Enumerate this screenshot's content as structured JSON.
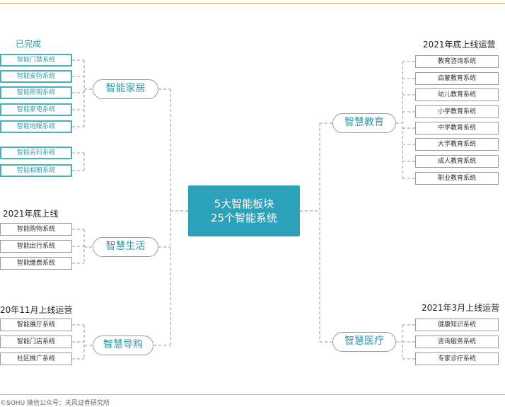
{
  "center": {
    "line1": "5大智能板块",
    "line2": "25个智能系统"
  },
  "left_titles": {
    "completed": "已完成",
    "end_2021": "2021年底上线",
    "nov_2020": "20年11月上线运营"
  },
  "right_titles": {
    "end_2021": "2021年底上线运营",
    "mar_2021": "2021年3月上线运营"
  },
  "branches": {
    "home": "智能家居",
    "life": "智慧生活",
    "guide": "智慧导购",
    "education": "智慧教育",
    "medical": "智慧医疗"
  },
  "home_items": [
    "智能门禁系统",
    "智能安防系统",
    "智能照明系统",
    "智能家电系统",
    "智能地暖系统"
  ],
  "home_extra_items": [
    "智能百科系统",
    "智能相册系统"
  ],
  "life_items": [
    "智能购物系统",
    "智能出行系统",
    "智能缴费系统"
  ],
  "guide_items": [
    "智能展厅系统",
    "智能门店系统",
    "社区推广系统"
  ],
  "education_items": [
    "教育咨询系统",
    "启蒙教育系统",
    "幼儿教育系统",
    "小学教育系统",
    "中学教育系统",
    "大学教育系统",
    "成人教育系统",
    "职业教育系统"
  ],
  "medical_items": [
    "健康知识系统",
    "咨询服务系统",
    "专家诊疗系统"
  ],
  "footer": "©SOHU 微信公众号：天风证券研究所"
}
